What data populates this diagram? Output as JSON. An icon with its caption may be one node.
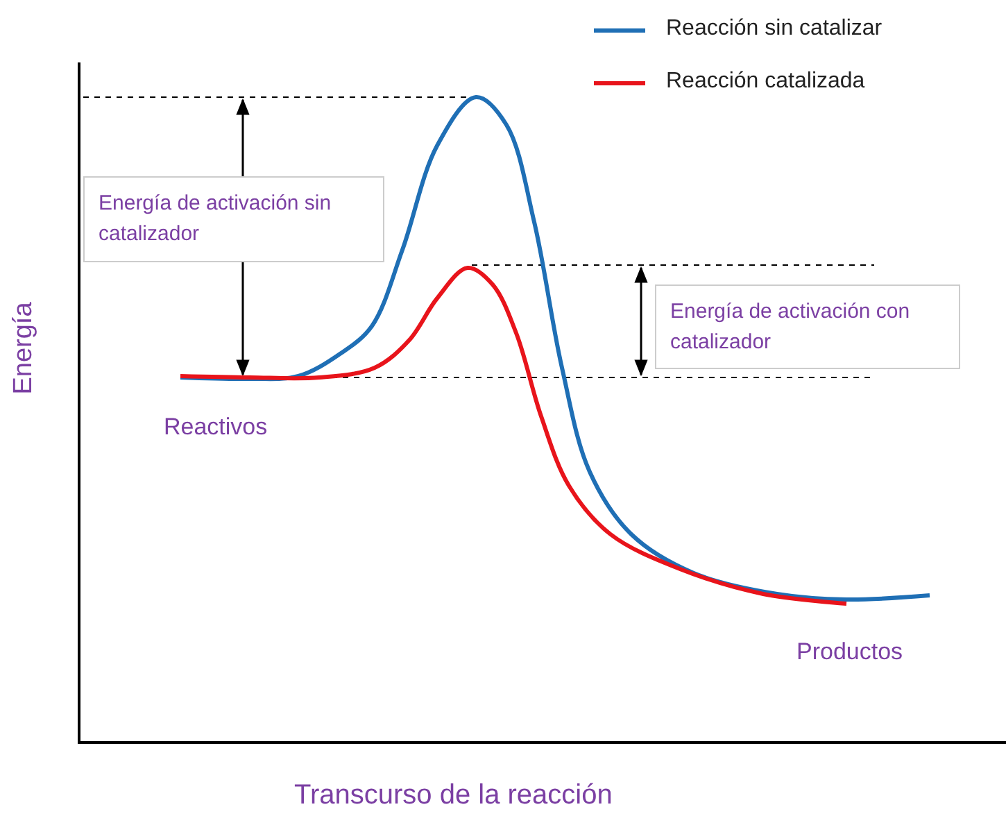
{
  "diagram": {
    "nodes": [
      {
        "text": [
          "Energía de activación sin catalizador"
        ]
      },
      {
        "text": [
          "Energía de activación con catalizador"
        ]
      }
    ],
    "edges": [],
    "labels": [
      "Energía",
      "Reactivos",
      "Productos",
      "Transcurso de la reacción"
    ],
    "legend": [
      {
        "text": "Reacción sin catalizar"
      },
      {
        "text": "Reacción catalizada"
      }
    ]
  }
}
